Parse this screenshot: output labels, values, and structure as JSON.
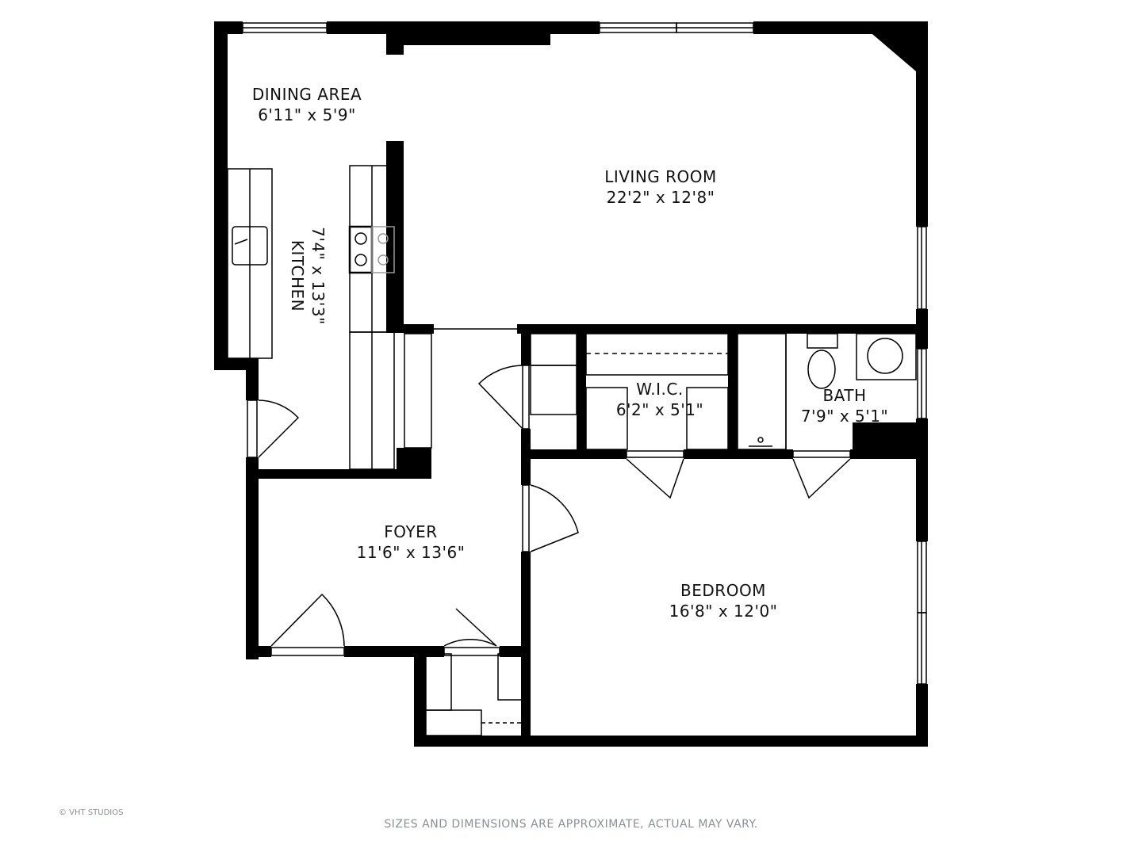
{
  "rooms": {
    "dining": {
      "name": "DINING AREA",
      "dims": "6'11\" x 5'9\""
    },
    "living": {
      "name": "LIVING ROOM",
      "dims": "22'2\" x 12'8\""
    },
    "kitchen": {
      "name": "KITCHEN",
      "dims": "7'4\" x 13'3\""
    },
    "wic": {
      "name": "W.I.C.",
      "dims": "6'2\" x 5'1\""
    },
    "bath": {
      "name": "BATH",
      "dims": "7'9\" x 5'1\""
    },
    "foyer": {
      "name": "FOYER",
      "dims": "11'6\" x 13'6\""
    },
    "bedroom": {
      "name": "BEDROOM",
      "dims": "16'8\" x 12'0\""
    }
  },
  "footer": {
    "disclaimer": "SIZES AND DIMENSIONS ARE APPROXIMATE, ACTUAL MAY VARY."
  },
  "credit": {
    "text": "© VHT STUDIOS"
  },
  "colors": {
    "wall": "#000000",
    "fixture": "#000000",
    "muted_text": "#8a8f98"
  }
}
